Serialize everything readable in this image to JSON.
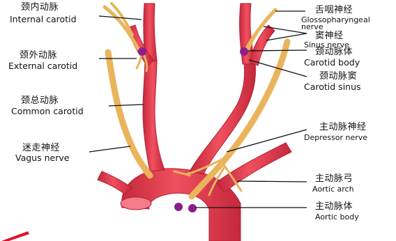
{
  "labels": {
    "internal_carotid": {
      "zh": "颈内动脉",
      "en": "Internal carotid"
    },
    "external_carotid": {
      "zh": "颈外动脉",
      "en": "External carotid"
    },
    "common_carotid": {
      "zh": "颈总动脉",
      "en": "Common carotid"
    },
    "vagus_nerve": {
      "zh": "迷走神经",
      "en": "Vagus nerve"
    },
    "glossopharyngeal": {
      "zh": "舌咽神经",
      "en": "Glossopharyngeal",
      "en2": "nerve"
    },
    "sinus_nerve": {
      "zh": "窦神经",
      "en": "Sinus  nerve"
    },
    "carotid_body": {
      "zh": "颈动脉体",
      "en": "Carotid body"
    },
    "carotid_sinus": {
      "zh": "颈动脉窦",
      "en": "Carotid sinus"
    },
    "depressor_nerve": {
      "zh": "主动脉神经",
      "en": "Depressor nerve"
    },
    "aortic_arch": {
      "zh": "主动脉弓",
      "en": "Aortic arch"
    },
    "aortic_body": {
      "zh": "主动脉体",
      "en": "Aortic body"
    }
  },
  "colors": {
    "artery": "#e8354a",
    "artery_dark": "#b51f33",
    "artery_light": "#f47c8a",
    "nerve": "#e9b45c",
    "nerve_dark": "#c88f3a",
    "body": "#8a1f8c",
    "line": "#111111",
    "pointer": "#e0102a"
  }
}
